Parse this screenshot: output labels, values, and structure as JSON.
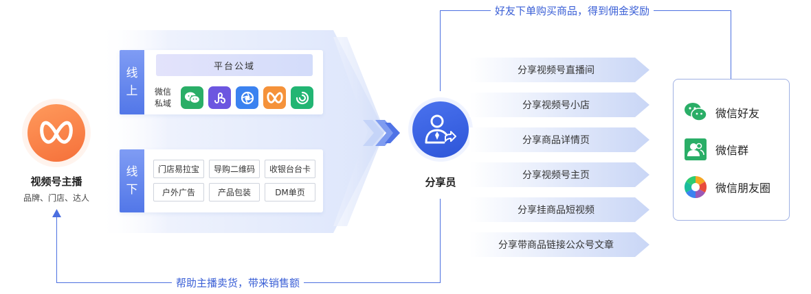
{
  "host": {
    "title": "视频号主播",
    "subtitle": "品牌、门店、达人",
    "icon": "channels-logo-icon"
  },
  "online": {
    "tag_line1": "线",
    "tag_line2": "上",
    "platform_label": "平台公域",
    "wechat_private_line1": "微信",
    "wechat_private_line2": "私域",
    "apps": [
      "wechat-icon",
      "mini-program-icon",
      "moments-icon",
      "channels-icon",
      "green-app-icon"
    ]
  },
  "offline": {
    "tag_line1": "线",
    "tag_line2": "下",
    "chips": [
      "门店易拉宝",
      "导购二维码",
      "收银台台卡",
      "户外广告",
      "产品包装",
      "DM单页"
    ]
  },
  "sharer": {
    "label": "分享员",
    "icon": "sharer-person-icon"
  },
  "share_items": [
    "分享视频号直播间",
    "分享视频号小店",
    "分享商品详情页",
    "分享视频号主页",
    "分享挂商品短视频",
    "分享带商品链接公众号文章"
  ],
  "targets": [
    {
      "label": "微信好友",
      "icon": "wechat-friends-icon"
    },
    {
      "label": "微信群",
      "icon": "wechat-group-icon"
    },
    {
      "label": "微信朋友圈",
      "icon": "moments-icon"
    }
  ],
  "top_flow_label": "好友下单购买商品，得到佣金奖励",
  "bottom_flow_label": "帮助主播卖货，带来销售额",
  "colors": {
    "accent_blue": "#3a5fd6",
    "host_orange": "#f5703a",
    "wechat_green": "#2aae67"
  }
}
